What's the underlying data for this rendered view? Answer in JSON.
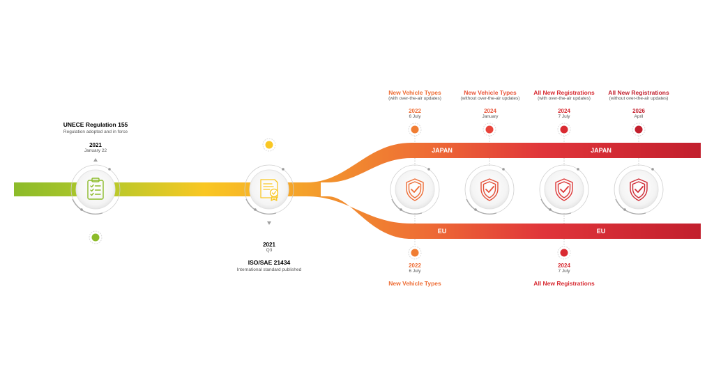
{
  "colors": {
    "green": "#8cbb2a",
    "yellow": "#f9c723",
    "orange": "#f28a30",
    "red": "#d72b32",
    "dark_red": "#c21f2d"
  },
  "regulation": {
    "title": "UNECE Regulation 155",
    "subtitle": "Regulation adopted and in force",
    "year": "2021",
    "date": "January 22",
    "icon": "clipboard-checklist-icon"
  },
  "standard": {
    "year": "2021",
    "date": "Q3",
    "title": "ISO/SAE 21434",
    "subtitle": "International standard published",
    "icon": "certificate-icon"
  },
  "bands": {
    "japan": "JAPAN",
    "eu": "EU"
  },
  "japan_milestones": [
    {
      "title": "New Vehicle Types",
      "subtitle": "(with over-the-air updates)",
      "year": "2022",
      "date": "6 July"
    },
    {
      "title": "New Vehicle Types",
      "subtitle": "(without over-the-air updates)",
      "year": "2024",
      "date": "January"
    },
    {
      "title": "All New Registrations",
      "subtitle": "(with over-the-air updates)",
      "year": "2024",
      "date": "7 July"
    },
    {
      "title": "All New Registrations",
      "subtitle": "(without over-the-air updates)",
      "year": "2026",
      "date": "April"
    }
  ],
  "eu_milestones": [
    {
      "year": "2022",
      "date": "6 July",
      "title": "New Vehicle Types"
    },
    {
      "year": "2024",
      "date": "7 July",
      "title": "All New Registrations"
    }
  ],
  "shield_icon": "shield-check-icon"
}
